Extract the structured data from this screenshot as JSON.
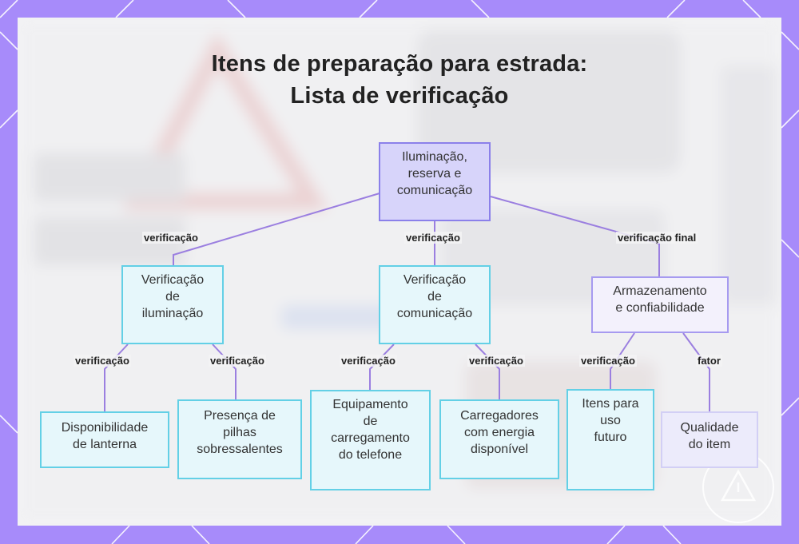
{
  "title": {
    "line1": "Itens de preparação para estrada:",
    "line2": "Lista de verificação"
  },
  "nodes": {
    "root": [
      "Iluminação,",
      "reserva e",
      "comunicação"
    ],
    "lighting": [
      "Verificação",
      "de",
      "iluminação"
    ],
    "communication": [
      "Verificação",
      "de",
      "comunicação"
    ],
    "storage": [
      "Armazenamento",
      "e confiabilidade"
    ],
    "flashlight": [
      "Disponibilidade",
      "de lanterna"
    ],
    "batteries": [
      "Presença de",
      "pilhas",
      "sobressalentes"
    ],
    "phone_equipment": [
      "Equipamento",
      "de",
      "carregamento",
      "do telefone"
    ],
    "chargers": [
      "Carregadores",
      "com energia",
      "disponível"
    ],
    "future_items": [
      "Itens para",
      "uso",
      "futuro"
    ],
    "quality": [
      "Qualidade",
      "do item"
    ]
  },
  "edges": {
    "root_lighting": "verificação",
    "root_communication": "verificação",
    "root_storage": "verificação final",
    "lighting_flashlight": "verificação",
    "lighting_batteries": "verificação",
    "communication_phone": "verificação",
    "communication_chargers": "verificação",
    "storage_future": "verificação",
    "storage_quality": "fator"
  },
  "colors": {
    "frame": "#a78bfa",
    "edge_line": "#9b7fe0",
    "node_cyan_border": "#63d0e6",
    "node_lavender_border": "#a69af0",
    "root_fill": "#d7d4fa"
  }
}
